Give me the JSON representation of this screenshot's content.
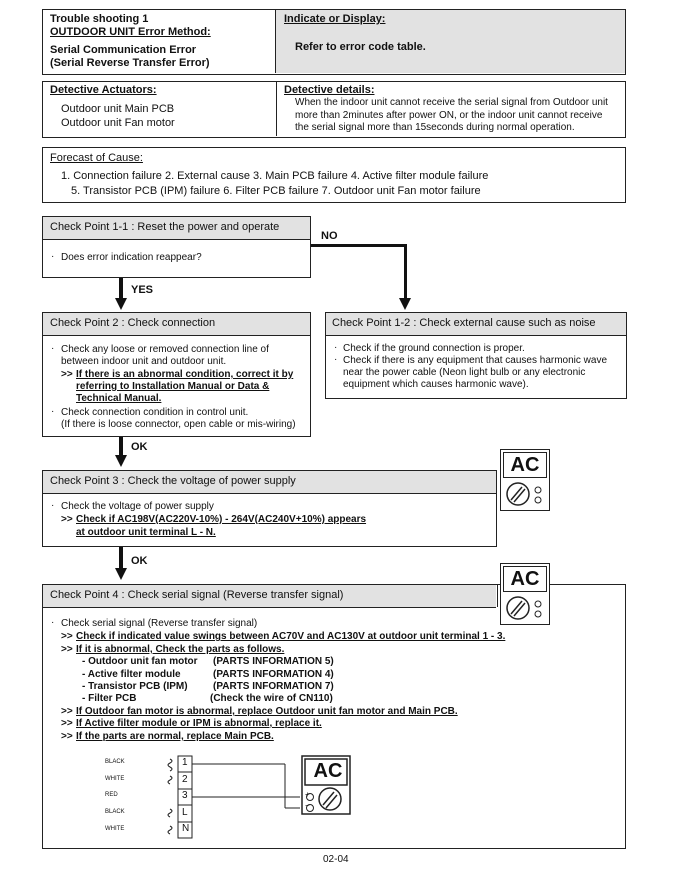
{
  "header": {
    "title_line1": "Trouble shooting  1",
    "title_line2": "OUTDOOR UNIT Error Method:",
    "error_name_line1": "Serial Communication Error",
    "error_name_line2": "(Serial Reverse Transfer Error)",
    "indicate_label": "Indicate or Display:",
    "indicate_value": "Refer to error code table."
  },
  "actuators": {
    "label": "Detective Actuators:",
    "items": [
      "Outdoor unit Main PCB",
      "Outdoor unit Fan motor"
    ]
  },
  "details": {
    "label": "Detective details:",
    "lines": [
      "When the indoor unit cannot receive the serial signal from Outdoor unit",
      "more than 2minutes after power ON, or the indoor unit cannot receive",
      "the serial signal more than 15seconds during normal operation."
    ]
  },
  "forecast": {
    "label": "Forecast of Cause:",
    "line1": "1. Connection failure   2. External cause   3. Main PCB failure   4. Active filter module failure",
    "line2": "5. Transistor PCB (IPM) failure   6. Filter PCB failure  7. Outdoor unit Fan motor failure"
  },
  "cp11": {
    "title": "Check Point 1-1 : Reset the power and operate",
    "question": "Does error indication reappear?"
  },
  "flow": {
    "no_label": "NO",
    "yes_label": "YES",
    "ok1_label": "OK",
    "ok2_label": "OK"
  },
  "cp2": {
    "title": "Check Point 2 : Check connection",
    "line1": "Check any loose or removed connection line of",
    "line2": "between indoor unit and outdoor unit.",
    "action1_prefix": ">>",
    "action1_line1": "If there is an abnormal condition, correct it by",
    "action1_line2": "referring to Installation Manual or Data &",
    "action1_line3": "Technical Manual.",
    "line3": "Check connection condition in control unit.",
    "line4": "(If there is loose connector, open cable or mis-wiring)"
  },
  "cp12": {
    "title": "Check Point 1-2 : Check external cause such as noise",
    "line1": "Check if the ground connection is proper.",
    "line2": "Check if there is any equipment that causes harmonic wave",
    "line3": "near the power cable (Neon light bulb or any electronic",
    "line4": "equipment which causes harmonic wave)."
  },
  "cp3": {
    "title": "Check Point 3 : Check the voltage of power supply",
    "line1": "Check the voltage of power supply",
    "action_prefix": ">>",
    "action_line1": "Check if AC198V(AC220V-10%) - 264V(AC240V+10%) appears",
    "action_line2": "at outdoor unit terminal L - N."
  },
  "cp4": {
    "title": "Check Point 4 : Check serial signal (Reverse transfer signal)",
    "line1": "Check serial signal (Reverse transfer signal)",
    "a1": "Check if indicated value swings between AC70V and AC130V at outdoor unit terminal 1 - 3.",
    "a2": "If it is abnormal, Check the parts as follows.",
    "parts": [
      {
        "name": "- Outdoor unit fan motor",
        "ref": "(PARTS INFORMATION 5)"
      },
      {
        "name": "- Active filter module",
        "ref": "(PARTS INFORMATION 4)"
      },
      {
        "name": "- Transistor PCB (IPM)",
        "ref": "(PARTS INFORMATION 7)"
      },
      {
        "name": "- Filter PCB",
        "ref": "(Check the wire of CN110)"
      }
    ],
    "a3": "If Outdoor fan motor is abnormal, replace Outdoor unit fan motor and Main PCB.",
    "a4": "If Active filter module or IPM is abnormal, replace it.",
    "a5": "If the parts are normal, replace Main PCB.",
    "prefix": ">>"
  },
  "terminal": {
    "wires": [
      "BLACK",
      "WHITE",
      "RED",
      "BLACK",
      "WHITE"
    ],
    "terminals": [
      "1",
      "2",
      "3",
      "L",
      "N"
    ],
    "plus": "+",
    "minus": "−"
  },
  "meter_label": "AC",
  "page_number": "02-04"
}
